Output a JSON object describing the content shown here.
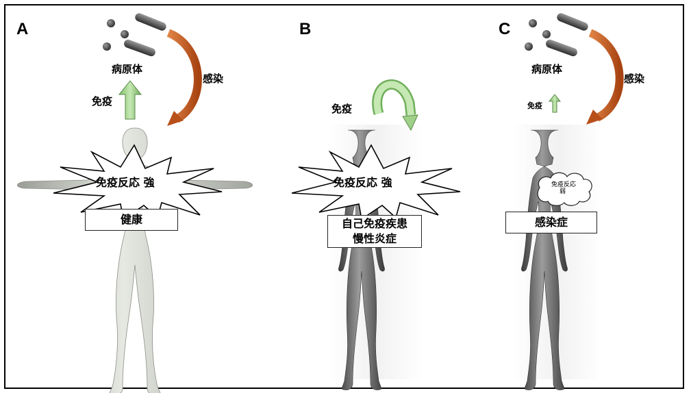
{
  "panels": [
    {
      "letter": "A",
      "pathogen_label": "病原体",
      "immune_label": "免疫",
      "infection_label": "感染",
      "burst_text": "免疫反応 強",
      "box_lines": [
        "健康"
      ]
    },
    {
      "letter": "B",
      "immune_label": "免疫",
      "burst_text": "免疫反応 強",
      "box_lines": [
        "自己免疫疾患",
        "慢性炎症"
      ]
    },
    {
      "letter": "C",
      "pathogen_label": "病原体",
      "immune_label": "免疫",
      "infection_label": "感染",
      "cloud_line1": "免疫反応",
      "cloud_line2": "弱",
      "box_lines": [
        "感染症"
      ]
    }
  ],
  "colors": {
    "immune_arrow": "#9fd08a",
    "infection_arrow": "#c0571c",
    "pathogen": "#555555",
    "body_light": "#d9dbd5",
    "body_dark": "#6e6e6e"
  }
}
